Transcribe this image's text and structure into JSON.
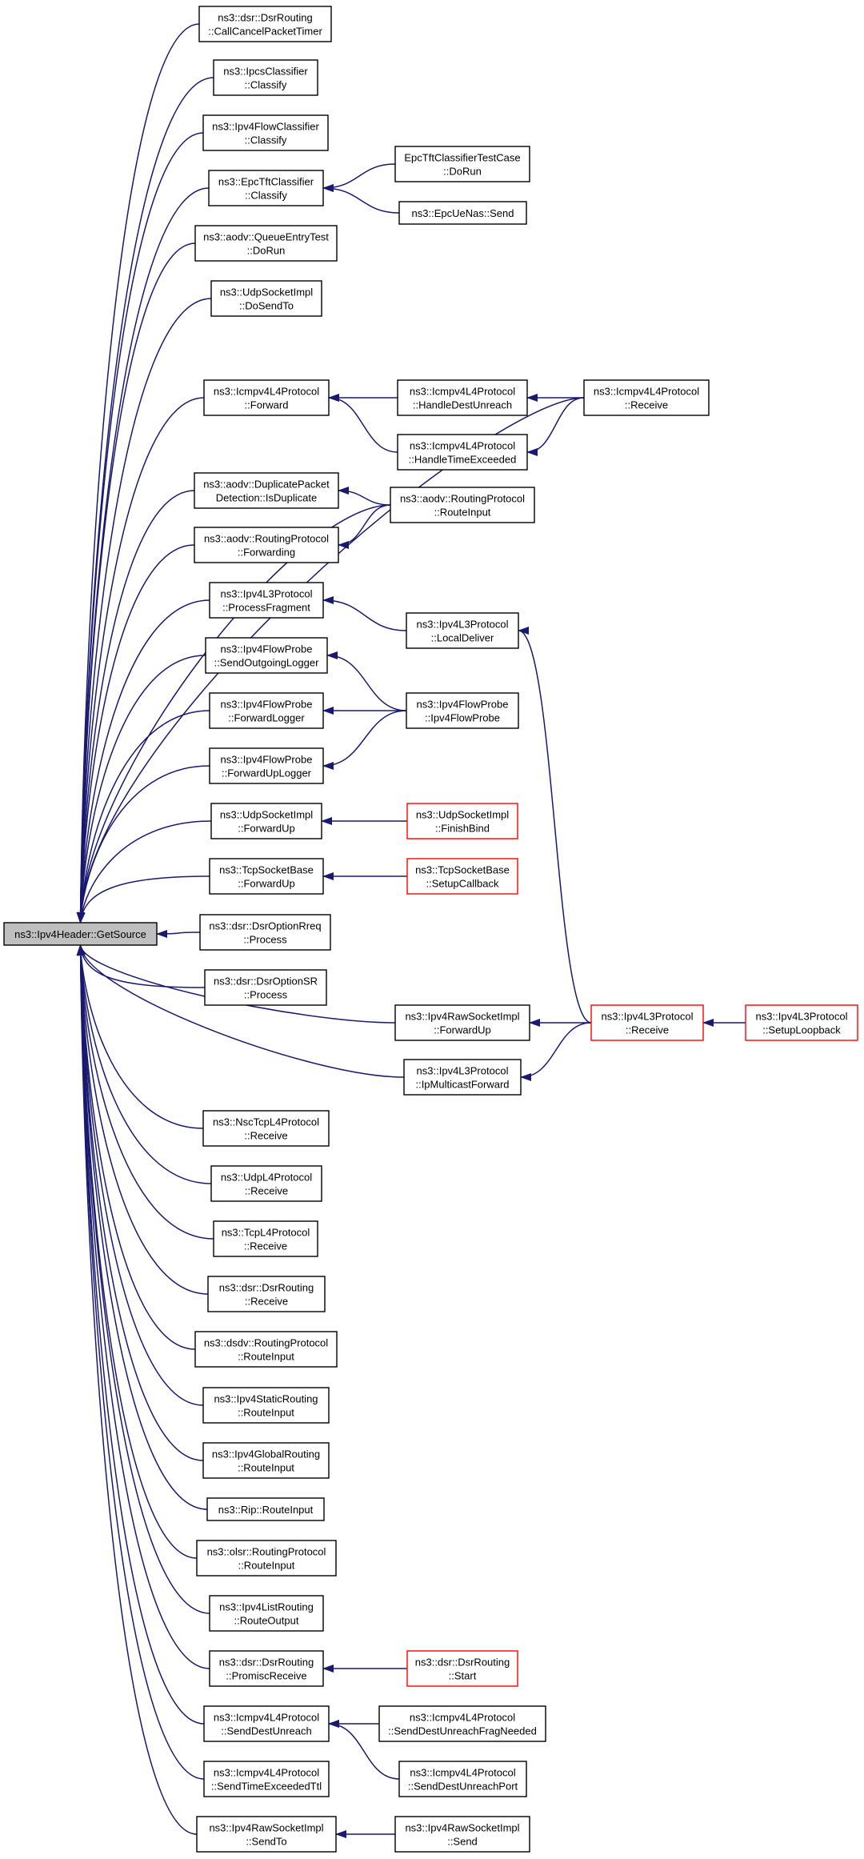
{
  "colors": {
    "edge": "#191970",
    "box_border": "#000000",
    "box_fill": "#ffffff",
    "focus_fill": "#bfbfbf",
    "truncated_border": "#ff0000",
    "text": "#000000"
  },
  "nodes": [
    {
      "id": "getsource",
      "lines": [
        "ns3::Ipv4Header::GetSource"
      ],
      "kind": "focus"
    },
    {
      "id": "dsr_callcancel",
      "lines": [
        "ns3::dsr::DsrRouting",
        "::CallCancelPacketTimer"
      ],
      "kind": "normal"
    },
    {
      "id": "ipcs_classify",
      "lines": [
        "ns3::IpcsClassifier",
        "::Classify"
      ],
      "kind": "normal"
    },
    {
      "id": "ipv4flow_classify",
      "lines": [
        "ns3::Ipv4FlowClassifier",
        "::Classify"
      ],
      "kind": "normal"
    },
    {
      "id": "epctft_classify",
      "lines": [
        "ns3::EpcTftClassifier",
        "::Classify"
      ],
      "kind": "normal"
    },
    {
      "id": "epctft_testcase",
      "lines": [
        "EpcTftClassifierTestCase",
        "::DoRun"
      ],
      "kind": "normal"
    },
    {
      "id": "epcuenas_send",
      "lines": [
        "ns3::EpcUeNas::Send"
      ],
      "kind": "normal"
    },
    {
      "id": "aodv_queueentry",
      "lines": [
        "ns3::aodv::QueueEntryTest",
        "::DoRun"
      ],
      "kind": "normal"
    },
    {
      "id": "udpsock_dosendto",
      "lines": [
        "ns3::UdpSocketImpl",
        "::DoSendTo"
      ],
      "kind": "normal"
    },
    {
      "id": "icmp_forward",
      "lines": [
        "ns3::Icmpv4L4Protocol",
        "::Forward"
      ],
      "kind": "normal"
    },
    {
      "id": "icmp_handledest",
      "lines": [
        "ns3::Icmpv4L4Protocol",
        "::HandleDestUnreach"
      ],
      "kind": "normal"
    },
    {
      "id": "icmp_receive",
      "lines": [
        "ns3::Icmpv4L4Protocol",
        "::Receive"
      ],
      "kind": "normal"
    },
    {
      "id": "icmp_handletime",
      "lines": [
        "ns3::Icmpv4L4Protocol",
        "::HandleTimeExceeded"
      ],
      "kind": "normal"
    },
    {
      "id": "aodv_dup",
      "lines": [
        "ns3::aodv::DuplicatePacket",
        "Detection::IsDuplicate"
      ],
      "kind": "normal"
    },
    {
      "id": "aodv_routeinput",
      "lines": [
        "ns3::aodv::RoutingProtocol",
        "::RouteInput"
      ],
      "kind": "normal"
    },
    {
      "id": "aodv_forwarding",
      "lines": [
        "ns3::aodv::RoutingProtocol",
        "::Forwarding"
      ],
      "kind": "normal"
    },
    {
      "id": "ipv4l3_procfrag",
      "lines": [
        "ns3::Ipv4L3Protocol",
        "::ProcessFragment"
      ],
      "kind": "normal"
    },
    {
      "id": "ipv4l3_localdeliver",
      "lines": [
        "ns3::Ipv4L3Protocol",
        "::LocalDeliver"
      ],
      "kind": "normal"
    },
    {
      "id": "fp_sendout",
      "lines": [
        "ns3::Ipv4FlowProbe",
        "::SendOutgoingLogger"
      ],
      "kind": "normal"
    },
    {
      "id": "fp_forwardlogger",
      "lines": [
        "ns3::Ipv4FlowProbe",
        "::ForwardLogger"
      ],
      "kind": "normal"
    },
    {
      "id": "fp_ctor",
      "lines": [
        "ns3::Ipv4FlowProbe",
        "::Ipv4FlowProbe"
      ],
      "kind": "normal"
    },
    {
      "id": "fp_forwardup",
      "lines": [
        "ns3::Ipv4FlowProbe",
        "::ForwardUpLogger"
      ],
      "kind": "normal"
    },
    {
      "id": "udpsock_forwardup",
      "lines": [
        "ns3::UdpSocketImpl",
        "::ForwardUp"
      ],
      "kind": "normal"
    },
    {
      "id": "udpsock_finishbind",
      "lines": [
        "ns3::UdpSocketImpl",
        "::FinishBind"
      ],
      "kind": "truncated"
    },
    {
      "id": "tcpsock_forwardup",
      "lines": [
        "ns3::TcpSocketBase",
        "::ForwardUp"
      ],
      "kind": "normal"
    },
    {
      "id": "tcpsock_setupcb",
      "lines": [
        "ns3::TcpSocketBase",
        "::SetupCallback"
      ],
      "kind": "truncated"
    },
    {
      "id": "dsr_optrreq",
      "lines": [
        "ns3::dsr::DsrOptionRreq",
        "::Process"
      ],
      "kind": "normal"
    },
    {
      "id": "dsr_optsr",
      "lines": [
        "ns3::dsr::DsrOptionSR",
        "::Process"
      ],
      "kind": "normal"
    },
    {
      "id": "rawsock_forwardup",
      "lines": [
        "ns3::Ipv4RawSocketImpl",
        "::ForwardUp"
      ],
      "kind": "normal"
    },
    {
      "id": "ipv4l3_receive",
      "lines": [
        "ns3::Ipv4L3Protocol",
        "::Receive"
      ],
      "kind": "truncated"
    },
    {
      "id": "ipv4l3_setuploop",
      "lines": [
        "ns3::Ipv4L3Protocol",
        "::SetupLoopback"
      ],
      "kind": "truncated"
    },
    {
      "id": "ipv4l3_ipmcast",
      "lines": [
        "ns3::Ipv4L3Protocol",
        "::IpMulticastForward"
      ],
      "kind": "normal"
    },
    {
      "id": "nsctcp_receive",
      "lines": [
        "ns3::NscTcpL4Protocol",
        "::Receive"
      ],
      "kind": "normal"
    },
    {
      "id": "udpl4_receive",
      "lines": [
        "ns3::UdpL4Protocol",
        "::Receive"
      ],
      "kind": "normal"
    },
    {
      "id": "tcpl4_receive",
      "lines": [
        "ns3::TcpL4Protocol",
        "::Receive"
      ],
      "kind": "normal"
    },
    {
      "id": "dsr_receive",
      "lines": [
        "ns3::dsr::DsrRouting",
        "::Receive"
      ],
      "kind": "normal"
    },
    {
      "id": "dsdv_routeinput",
      "lines": [
        "ns3::dsdv::RoutingProtocol",
        "::RouteInput"
      ],
      "kind": "normal"
    },
    {
      "id": "static_routeinput",
      "lines": [
        "ns3::Ipv4StaticRouting",
        "::RouteInput"
      ],
      "kind": "normal"
    },
    {
      "id": "global_routeinput",
      "lines": [
        "ns3::Ipv4GlobalRouting",
        "::RouteInput"
      ],
      "kind": "normal"
    },
    {
      "id": "rip_routeinput",
      "lines": [
        "ns3::Rip::RouteInput"
      ],
      "kind": "normal"
    },
    {
      "id": "olsr_routeinput",
      "lines": [
        "ns3::olsr::RoutingProtocol",
        "::RouteInput"
      ],
      "kind": "normal"
    },
    {
      "id": "list_routeoutput",
      "lines": [
        "ns3::Ipv4ListRouting",
        "::RouteOutput"
      ],
      "kind": "normal"
    },
    {
      "id": "dsr_promisc",
      "lines": [
        "ns3::dsr::DsrRouting",
        "::PromiscReceive"
      ],
      "kind": "normal"
    },
    {
      "id": "dsr_start",
      "lines": [
        "ns3::dsr::DsrRouting",
        "::Start"
      ],
      "kind": "truncated"
    },
    {
      "id": "icmp_senddest",
      "lines": [
        "ns3::Icmpv4L4Protocol",
        "::SendDestUnreach"
      ],
      "kind": "normal"
    },
    {
      "id": "icmp_senddestfrag",
      "lines": [
        "ns3::Icmpv4L4Protocol",
        "::SendDestUnreachFragNeeded"
      ],
      "kind": "normal"
    },
    {
      "id": "icmp_senddestport",
      "lines": [
        "ns3::Icmpv4L4Protocol",
        "::SendDestUnreachPort"
      ],
      "kind": "normal"
    },
    {
      "id": "icmp_sendtime",
      "lines": [
        "ns3::Icmpv4L4Protocol",
        "::SendTimeExceededTtl"
      ],
      "kind": "normal"
    },
    {
      "id": "rawsock_sendto",
      "lines": [
        "ns3::Ipv4RawSocketImpl",
        "::SendTo"
      ],
      "kind": "normal"
    },
    {
      "id": "rawsock_send",
      "lines": [
        "ns3::Ipv4RawSocketImpl",
        "::Send"
      ],
      "kind": "normal"
    }
  ],
  "edges": [
    {
      "from": "dsr_callcancel",
      "to": "getsource"
    },
    {
      "from": "ipcs_classify",
      "to": "getsource"
    },
    {
      "from": "ipv4flow_classify",
      "to": "getsource"
    },
    {
      "from": "epctft_classify",
      "to": "getsource"
    },
    {
      "from": "aodv_queueentry",
      "to": "getsource"
    },
    {
      "from": "udpsock_dosendto",
      "to": "getsource"
    },
    {
      "from": "icmp_receive",
      "to": "getsource"
    },
    {
      "from": "icmp_forward",
      "to": "getsource"
    },
    {
      "from": "aodv_routeinput",
      "to": "getsource"
    },
    {
      "from": "aodv_dup",
      "to": "getsource"
    },
    {
      "from": "aodv_forwarding",
      "to": "getsource"
    },
    {
      "from": "ipv4l3_procfrag",
      "to": "getsource"
    },
    {
      "from": "fp_sendout",
      "to": "getsource"
    },
    {
      "from": "fp_forwardlogger",
      "to": "getsource"
    },
    {
      "from": "fp_forwardup",
      "to": "getsource"
    },
    {
      "from": "udpsock_forwardup",
      "to": "getsource"
    },
    {
      "from": "tcpsock_forwardup",
      "to": "getsource"
    },
    {
      "from": "dsr_optrreq",
      "to": "getsource"
    },
    {
      "from": "dsr_optsr",
      "to": "getsource"
    },
    {
      "from": "rawsock_forwardup",
      "to": "getsource"
    },
    {
      "from": "ipv4l3_ipmcast",
      "to": "getsource"
    },
    {
      "from": "nsctcp_receive",
      "to": "getsource"
    },
    {
      "from": "udpl4_receive",
      "to": "getsource"
    },
    {
      "from": "tcpl4_receive",
      "to": "getsource"
    },
    {
      "from": "dsr_receive",
      "to": "getsource"
    },
    {
      "from": "dsdv_routeinput",
      "to": "getsource"
    },
    {
      "from": "static_routeinput",
      "to": "getsource"
    },
    {
      "from": "global_routeinput",
      "to": "getsource"
    },
    {
      "from": "rip_routeinput",
      "to": "getsource"
    },
    {
      "from": "olsr_routeinput",
      "to": "getsource"
    },
    {
      "from": "list_routeoutput",
      "to": "getsource"
    },
    {
      "from": "dsr_promisc",
      "to": "getsource"
    },
    {
      "from": "icmp_senddest",
      "to": "getsource"
    },
    {
      "from": "icmp_sendtime",
      "to": "getsource"
    },
    {
      "from": "rawsock_sendto",
      "to": "getsource"
    },
    {
      "from": "epctft_testcase",
      "to": "epctft_classify"
    },
    {
      "from": "epcuenas_send",
      "to": "epctft_classify"
    },
    {
      "from": "icmp_handledest",
      "to": "icmp_forward"
    },
    {
      "from": "icmp_handletime",
      "to": "icmp_forward"
    },
    {
      "from": "icmp_receive",
      "to": "icmp_handledest"
    },
    {
      "from": "icmp_receive",
      "to": "icmp_handletime"
    },
    {
      "from": "aodv_routeinput",
      "to": "aodv_dup"
    },
    {
      "from": "aodv_routeinput",
      "to": "aodv_forwarding"
    },
    {
      "from": "ipv4l3_localdeliver",
      "to": "ipv4l3_procfrag"
    },
    {
      "from": "ipv4l3_receive",
      "to": "ipv4l3_localdeliver"
    },
    {
      "from": "fp_ctor",
      "to": "fp_sendout"
    },
    {
      "from": "fp_ctor",
      "to": "fp_forwardlogger"
    },
    {
      "from": "fp_ctor",
      "to": "fp_forwardup"
    },
    {
      "from": "udpsock_finishbind",
      "to": "udpsock_forwardup"
    },
    {
      "from": "tcpsock_setupcb",
      "to": "tcpsock_forwardup"
    },
    {
      "from": "ipv4l3_receive",
      "to": "rawsock_forwardup"
    },
    {
      "from": "ipv4l3_receive",
      "to": "ipv4l3_ipmcast"
    },
    {
      "from": "ipv4l3_setuploop",
      "to": "ipv4l3_receive"
    },
    {
      "from": "dsr_start",
      "to": "dsr_promisc"
    },
    {
      "from": "icmp_senddestfrag",
      "to": "icmp_senddest"
    },
    {
      "from": "icmp_senddestport",
      "to": "icmp_senddest"
    },
    {
      "from": "rawsock_send",
      "to": "rawsock_sendto"
    }
  ]
}
